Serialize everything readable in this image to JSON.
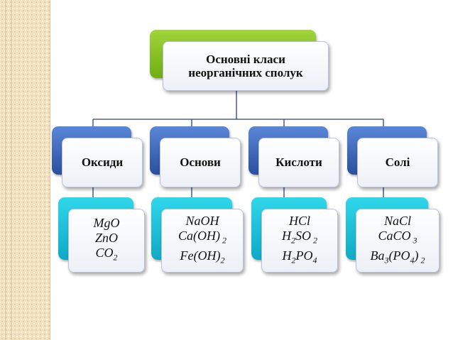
{
  "root": {
    "line1": "Основні класи",
    "line2": "неорганічних сполук"
  },
  "categories": [
    {
      "label": "Оксиди",
      "formulas": [
        "MgO",
        "ZnO",
        "CO<sub>2</sub>"
      ]
    },
    {
      "label": "Основи",
      "formulas": [
        "NaOH",
        "Ca(OH)<sub> 2</sub>",
        "Fe(OH)<sub>2</sub>"
      ]
    },
    {
      "label": "Кислоти",
      "formulas": [
        "HCl",
        "H<sub>2</sub>SO<sub> 2</sub>",
        "H<sub>2</sub>PO<sub>4</sub>"
      ]
    },
    {
      "label": "Солі",
      "formulas": [
        "NaCl",
        "CaCO<sub> 3</sub>",
        "Ba<sub>3</sub>(PO<sub>4</sub>)<sub> 2</sub>"
      ]
    }
  ],
  "colors": {
    "root_accent": "#8cc63f",
    "category_accent": "#3a62b8",
    "formula_accent": "#1fc3dc",
    "connector": "#2a3f8a"
  }
}
